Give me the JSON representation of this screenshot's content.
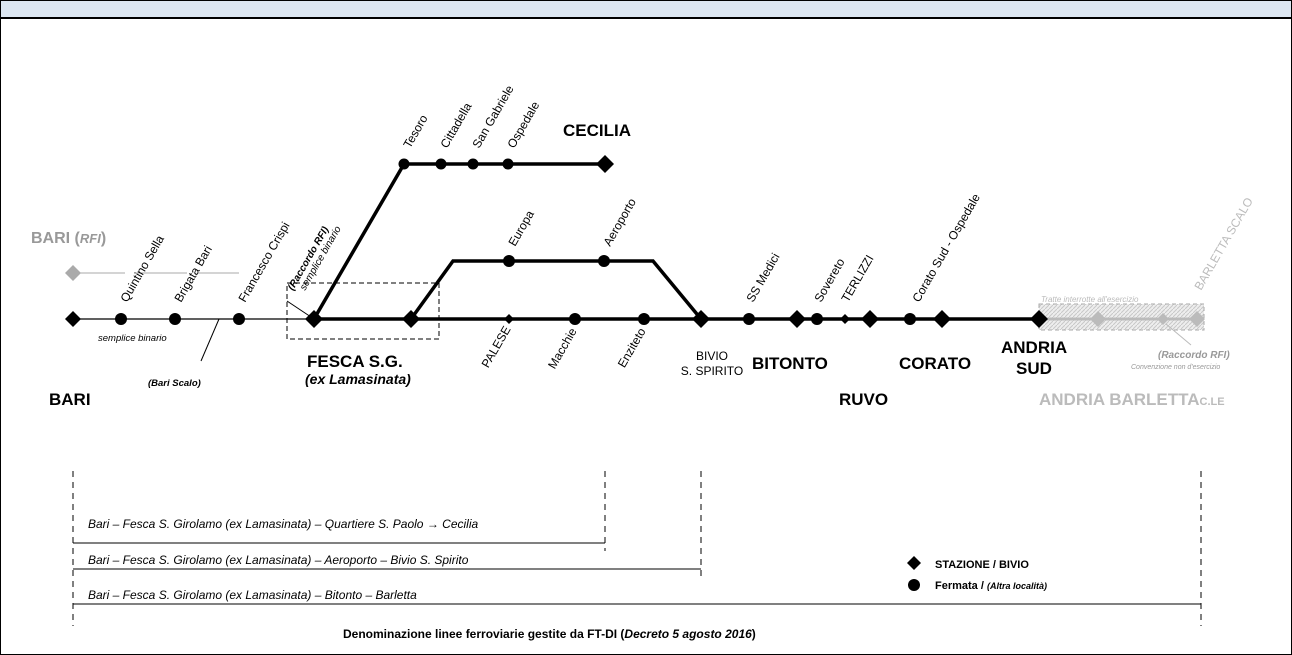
{
  "stations": {
    "bari_rfi_name": "BARI (",
    "bari_rfi_tag": "RFI",
    "bari_rfi_close": ")",
    "quintino": "Quintino Sella",
    "brigata": "Brigata Bari",
    "crispi": "Francesco Crispi",
    "raccordo1": "(Raccordo RFI)",
    "raccordo2": "semplice binario",
    "tesoro": "Tesoro",
    "cittadella": "Cittadella",
    "sangabriele": "San Gabriele",
    "ospedale": "Ospedale",
    "cecilia": "CECILIA",
    "europa": "Europa",
    "aeroporto": "Aeroporto",
    "ssmedici": "SS Medici",
    "sovereto": "Sovereto",
    "terlizzi": "TERLIZZI",
    "coratosud": "Corato Sud - Ospedale",
    "barlettascalo": "BARLETTA SCALO",
    "tratte": "Tratte interrotte all'esercizio",
    "semplice": "semplice binario",
    "bariscalo": "(Bari Scalo)",
    "bari": "BARI",
    "fesca": "FESCA S.G.",
    "exlam": "(ex Lamasinata)",
    "palese": "PALESE",
    "macchie": "Macchie",
    "enziteto": "Enziteto",
    "bivio1": "BIVIO",
    "bivio2": "S. SPIRITO",
    "bitonto": "BITONTO",
    "ruvo": "RUVO",
    "corato": "CORATO",
    "andria1": "ANDRIA",
    "andria2": "SUD",
    "raccordo_rfi": "(Raccordo RFI)",
    "convenzione": "Convenzione non d'esercizio",
    "andria_barletta": "ANDRIA  BARLETTA",
    "cle": "C.LE"
  },
  "lines": [
    {
      "label": "Bari – Fesca S. Girolamo (ex Lamasinata) – Quartiere S. Paolo → Cecilia"
    },
    {
      "label": "Bari – Fesca S. Girolamo (ex Lamasinata) – Aeroporto – Bivio S. Spirito"
    },
    {
      "label": "Bari – Fesca S. Girolamo (ex Lamasinata) – Bitonto – Barletta"
    }
  ],
  "legend": {
    "station": "STAZIONE / BIVIO",
    "stop": "Fermata / ",
    "stop_note": "(Altra località)"
  },
  "footer": {
    "prefix": "Denominazione  linee ferroviarie gestite da FT-DI  (",
    "decree": "Decreto 5 agosto 2016",
    "suffix": ")"
  },
  "colors": {
    "track": "#000000",
    "inactive": "#bbbbbb",
    "header_band": "#dce6f1"
  }
}
